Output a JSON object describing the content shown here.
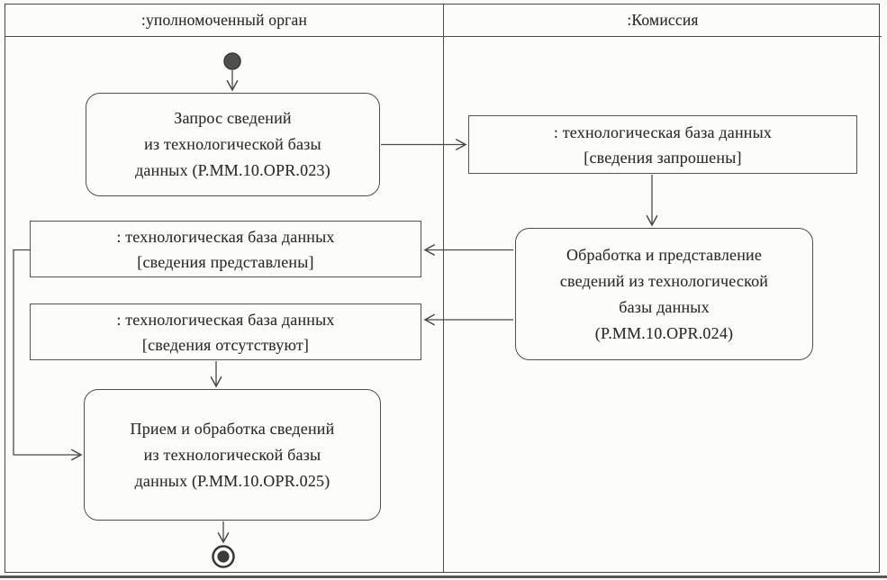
{
  "lanes": [
    {
      "label": ":уполномоченный орган"
    },
    {
      "label": ":Комиссия"
    }
  ],
  "nodes": {
    "action_request": {
      "kind": "action",
      "lines": [
        "Запрос сведений",
        "из технологической базы",
        "данных (P.MM.10.OPR.023)"
      ]
    },
    "object_requested": {
      "kind": "object-state",
      "lines": [
        ": технологическая база данных",
        "[сведения запрошены]"
      ]
    },
    "action_process": {
      "kind": "action",
      "lines": [
        "Обработка и представление",
        "сведений из технологической",
        "базы данных",
        "(P.MM.10.OPR.024)"
      ]
    },
    "object_provided": {
      "kind": "object-state",
      "lines": [
        ": технологическая база данных",
        "[сведения представлены]"
      ]
    },
    "object_absent": {
      "kind": "object-state",
      "lines": [
        ": технологическая база данных",
        "[сведения отсутствуют]"
      ]
    },
    "action_receive": {
      "kind": "action",
      "lines": [
        "Прием и обработка сведений",
        "из технологической базы",
        "данных (P.MM.10.OPR.025)"
      ]
    }
  },
  "edges": [
    {
      "from": "initial",
      "to": "action_request"
    },
    {
      "from": "action_request",
      "to": "object_requested"
    },
    {
      "from": "object_requested",
      "to": "action_process"
    },
    {
      "from": "action_process",
      "to": "object_provided"
    },
    {
      "from": "action_process",
      "to": "object_absent"
    },
    {
      "from": "object_absent",
      "to": "action_receive"
    },
    {
      "from": "object_provided",
      "to": "action_receive"
    },
    {
      "from": "action_receive",
      "to": "final"
    }
  ],
  "colors": {
    "line": "#4a4a4a",
    "border": "#4e4e4e",
    "text": "#2d2d2d",
    "background": "#fcfcfa",
    "initial_node_fill": "#4f4f4f",
    "final_node_fill": "#3c3c3c"
  }
}
